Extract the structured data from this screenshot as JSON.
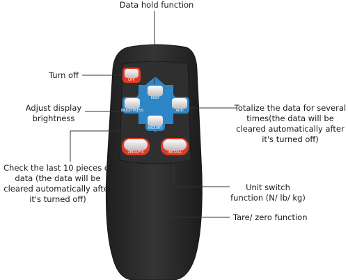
{
  "labels": {
    "data_hold": "Data hold function",
    "turn_off": "Turn off",
    "adjust_brightness": "Adjust display brightness",
    "totalize": "Totalize the data for several times(the data will be cleared automatically after it's turned off)",
    "check_last": "Check the last 10 pieces of data (the data will be cleared automatically after it's turned off)",
    "unit_switch": "Unit switch function (N/ lb/ kg)",
    "tare_zero": "Tare/ zero function"
  },
  "buttons": {
    "off": "OFF",
    "keep": "KEEP",
    "brightness": "BRIGHTNESS",
    "add": "ADD",
    "inquiry": "INQUIRY",
    "zero_fix": "ZERO/FIX",
    "install": "INSTALL"
  },
  "colors": {
    "remote_body": "#2b2b2b",
    "red_button": "#e13a24",
    "blue_pad": "#2f86c6",
    "line": "#333333"
  }
}
